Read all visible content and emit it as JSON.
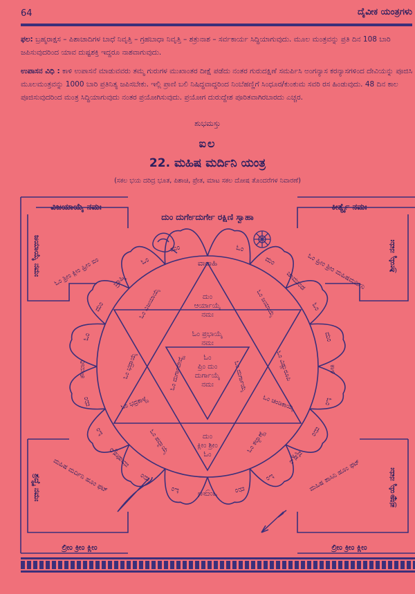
{
  "header": {
    "page_number": "64",
    "book_title": "ದೈವೀಕ ಯಂತ್ರಗಳು"
  },
  "phala": {
    "label": "ಫಲ:",
    "text": " ಬ್ರಹ್ಮರಾಕ್ಷಸ – ಪಿಶಾಚಾದಿಗಳ ಬಾಧೆ ನಿವೃತ್ತಿ – ಗ್ರಹಬಾಧಾ ನಿವೃತ್ತಿ – ಶತ್ರುನಾಶ – ಸರ್ವಕಾರ್ಯ ಸಿದ್ಧಿಯಾಗುವುದು. ಮೂಲ ಮಂತ್ರವನ್ನು ಪ್ರತಿ ದಿನ 108 ಬಾರಿ ಜಪಿಸುವುದರಿಂದ ಯಾವ ದುಷ್ಟಶಕ್ತಿ ಇದ್ದರೂ ನಾಶವಾಗುವುದು."
  },
  "upasana": {
    "label": "ಉಪಾಸನ ವಿಧಿ :",
    "text": " ಕಾಳಿ ಉಪಾಸನೆ ಮಾಡುವವರು ತಮ್ಮ ಗುರುಗಳ ಮುಖಾಂತರ ದೀಕ್ಷೆ ಪಡೆದು ನಂತರ ಗುರುದಕ್ಷಿಣೆ ಸಮರ್ಪಿಸಿ ಅಂಗನ್ಯಾಸ ಕರನ್ಯಾಸಗಳಿಂದ ದೇವಿಯನ್ನು ಪೂಜಿಸಿ ಮೂಲಮಂತ್ರವನ್ನು 1000 ಬಾರಿ ಪ್ರತಿನಿತ್ಯ ಜಪಿಸಬೇಕು. ಇಲ್ಲಿ ಪ್ರಾಣಿ ಬಲಿ ನಿಷಿದ್ಧವಾದ್ದರಿಂದ ನಿಂಬೆಹಣ್ಣಿಗೆ ಸಿಂಧೂರ/ಕುಂಕುಮ ಸವರಿ ರಸ ಹಿಂಡುವುದು. 48 ದಿನ ಕಾಲ ಪೂಜಿಸುವುದರಿಂದ ಮಂತ್ರ ಸಿದ್ಧಿಯಾಗುವುದು ನಂತರ ಪ್ರಯೋಗಿಸುವುದು. ಪ್ರಯೋಗ ದುರುದ್ದೇಶ ಪೂರಿತವಾಗಿರಬಾರದು ಎಚ್ಚರ."
  },
  "shubham": "ಶುಭಮಸ್ತು",
  "symbol": "ಐಲ",
  "yantra": {
    "title": "22. ಮಹಿಷ ಮರ್ದಿನಿ ಯಂತ್ರ",
    "subtitle": "(ಸಕಲ ಭಯ ದರಿದ್ರ ಭೂತ, ಪಿಶಾಚಿ, ಪ್ರೇತ, ಮಾಟ ಸಕಲ ದೋಷ ತೊಂದರೆಗಳ ನಿವಾರಣೆ)",
    "top_mantra": "ದುಂ ದುರ್ಗೇದುರ್ಗೇ ರಕ್ಷಿಣಿ ಸ್ವಾಹಾ",
    "corner_tl": "ವಿಜಯಾಯೈ ನಮಃ",
    "corner_tr": "ಕೀರ್ತ್ಯೈ ನಮಃ",
    "corner_tl_side": "ಜಯಾಯೈ ನಮಃ",
    "corner_tr_side": "ಶ್ರೀಯೈ ನಮಃ",
    "corner_bl_side": "ಶ್ರದ್ಧೈ ನಮಃ",
    "corner_br_side": "ಪ್ರಜ್ಞಾಯೈ ನಮಃ",
    "corner_tl_inner": "ಓಂ ಶ್ರೀಂ ಕ್ಲೀಂ ಹ್ರೀಂ ಐಂ",
    "corner_tr_inner": "ಓಂ ಹ್ರೀಂ ಶ್ರೀಂ ಮಹಿಷಮರ್ದಿನಿ",
    "corner_bl_inner": "ಮಹಿಷ ಮರ್ದಿನಿ ಹೂಂ ಫಟ್",
    "corner_br_inner": "ಮಹಿಷ ಶಾಸಿನಿ ಹೂಂ ಫಟ್",
    "bottom_left": "ಲ್ರೀಂ ಕ್ರೀಂ ಕ್ಲೀಂ",
    "bottom_right": "ಲ್ರೀಂ ಕ್ರೀಂ ಕ್ಲೀಂ",
    "petal_top": "ವಾರಾಹಿ",
    "petal_labels": [
      "ಓಂ",
      "ದುಂ",
      "ಚಾಮುಂಡ",
      "ಓಂ",
      "ದುಂ",
      "ಕಾಳಿ",
      "ಓಂ",
      "ದುಂ",
      "ವೈಷ್ಣವಿ",
      "ಓಂ",
      "ದುಂ",
      "ಇಂದ್ರಾಣಿ",
      "ಓಂ",
      "ದುಂ",
      "ಮಾಹೇಶ್ವರಿ",
      "ಓಂ",
      "ದುಂ",
      "ಕೌಮಾರಿ",
      "ಓಂ",
      "ದುಂ",
      "ಬ್ರಾಹ್ಮಿ",
      "ಓಂ",
      "ದುಂ"
    ],
    "tri_top": [
      "ದುಂ",
      "ಆರ್ಯಾಯೈ",
      "ನಮಃ"
    ],
    "tri_mid": [
      "ಓಂ ಪ್ರಭಾಯೈ",
      "ನಮಃ"
    ],
    "tri_center": [
      "ಓಂ",
      "ಪ್ರಿಂ ದುಂ",
      "ದುರ್ಗಾಯೈ",
      "ನಮಃ"
    ],
    "tri_bottom": [
      "ದುಂ",
      "ಕ್ಲೀಂ ಶ್ರೀಂ",
      "ಓಂ"
    ],
    "star_tl": "ಓಂ ವಿಜಯಾಯೈ",
    "star_tr": "ಓಂ ಜಯಾಯೈ",
    "star_l": "ಓಂ ಭದ್ರಾಯೈ",
    "star_r": "ಓಂ ವಿಷ್ಣುರೂಪಿ",
    "star_bl": "ಓಂ ಪದ್ಮಾಯೈ",
    "star_br": "ಓಂ ಕಲ್ಯಾಣ್ಯೈ",
    "star_inner_left": "ಓಂ ದುರ್ಗಾದೇವ್ಯೈ",
    "star_inner_right": "ಓಂ ದುರ್ಗಾಯೈ",
    "star_low_left": "ಓಂ ಭದ್ರಕಾಳ್ಯೈ",
    "star_low_right": "ಓಂ ಚಂಡಿಕಾಯೈ"
  }
}
